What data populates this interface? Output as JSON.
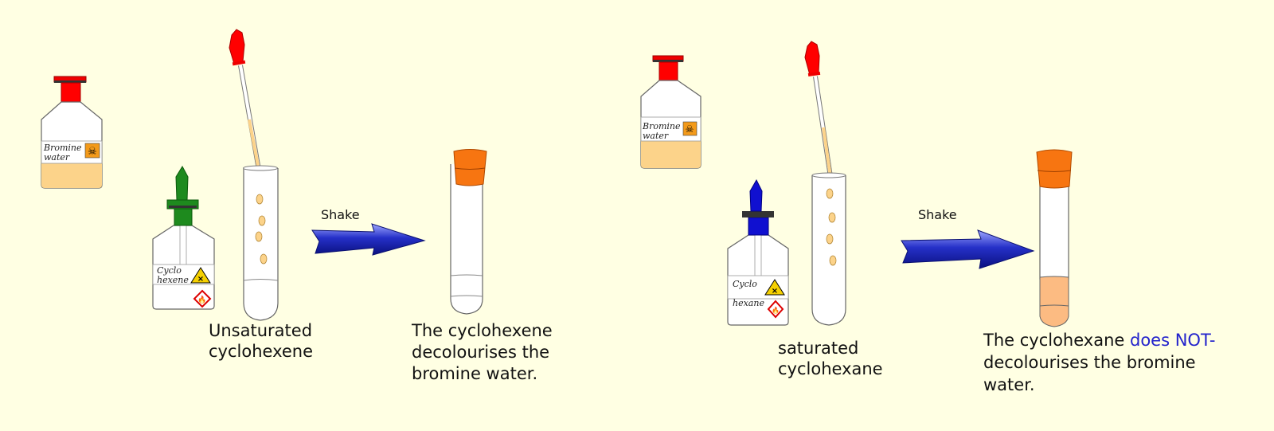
{
  "left": {
    "reagent_label": [
      "Bromine",
      "water"
    ],
    "sample_label": [
      "Cyclo",
      "hexene"
    ],
    "sample_caption": [
      "Unsaturated",
      "cyclohexene"
    ],
    "action": "Shake",
    "result_caption": [
      "The cyclohexene",
      "decolourises the",
      "bromine water."
    ]
  },
  "right": {
    "reagent_label": [
      "Bromine",
      "water"
    ],
    "sample_label": [
      "Cyclo",
      "hexane"
    ],
    "sample_caption": [
      "saturated",
      "cyclohexane"
    ],
    "action": "Shake",
    "result_caption_pre": "The cyclohexane ",
    "result_caption_emph": "does NOT-",
    "result_caption_rest": [
      "decolourises the bromine",
      "water."
    ]
  },
  "colors": {
    "background": "#FFFFE3",
    "bromine_water": "#FCD38A",
    "emphasis_text": "#2222CC",
    "arrow": "#1A22A8",
    "stopper_orange": "#F77511",
    "cyclohexene_dropper": "#1E8A1E",
    "cyclohexane_dropper": "#1010D0"
  }
}
